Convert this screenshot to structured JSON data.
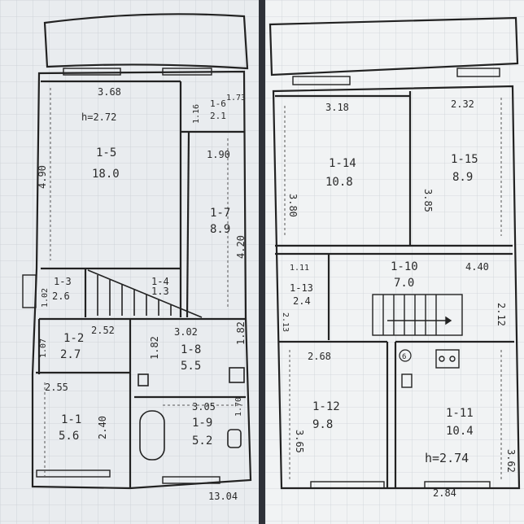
{
  "left_plan": {
    "rooms": [
      {
        "id": "1-5",
        "area": "18.0"
      },
      {
        "id": "1-6",
        "area": "2.1"
      },
      {
        "id": "1-7",
        "area": "8.9"
      },
      {
        "id": "1-3",
        "area": "2.6"
      },
      {
        "id": "1-4",
        "area": "1.3"
      },
      {
        "id": "1-2",
        "area": "2.7"
      },
      {
        "id": "1-8",
        "area": "5.5"
      },
      {
        "id": "1-1",
        "area": "5.6"
      },
      {
        "id": "1-9",
        "area": "5.2"
      }
    ],
    "dims": [
      "3.68",
      "h=2.72",
      "4.90",
      "1.16",
      "1.73",
      "1.90",
      "4.20",
      "1.02",
      "1.07",
      "2.52",
      "3.02",
      "1.82",
      "1.82",
      "2.55",
      "2.40",
      "3.05",
      "1.70",
      "13.04"
    ]
  },
  "right_plan": {
    "rooms": [
      {
        "id": "1-14",
        "area": "10.8"
      },
      {
        "id": "1-15",
        "area": "8.9"
      },
      {
        "id": "1-13",
        "area": "2.4"
      },
      {
        "id": "1-10",
        "area": "7.0"
      },
      {
        "id": "1-12",
        "area": "9.8"
      },
      {
        "id": "1-11",
        "area": "10.4"
      }
    ],
    "dims": [
      "3.18",
      "2.32",
      "3.80",
      "3.85",
      "1.11",
      "4.40",
      "2.12",
      "2.13",
      "2.68",
      "3.65",
      "h=2.74",
      "3.62",
      "2.84"
    ],
    "circle_mark": "6"
  }
}
